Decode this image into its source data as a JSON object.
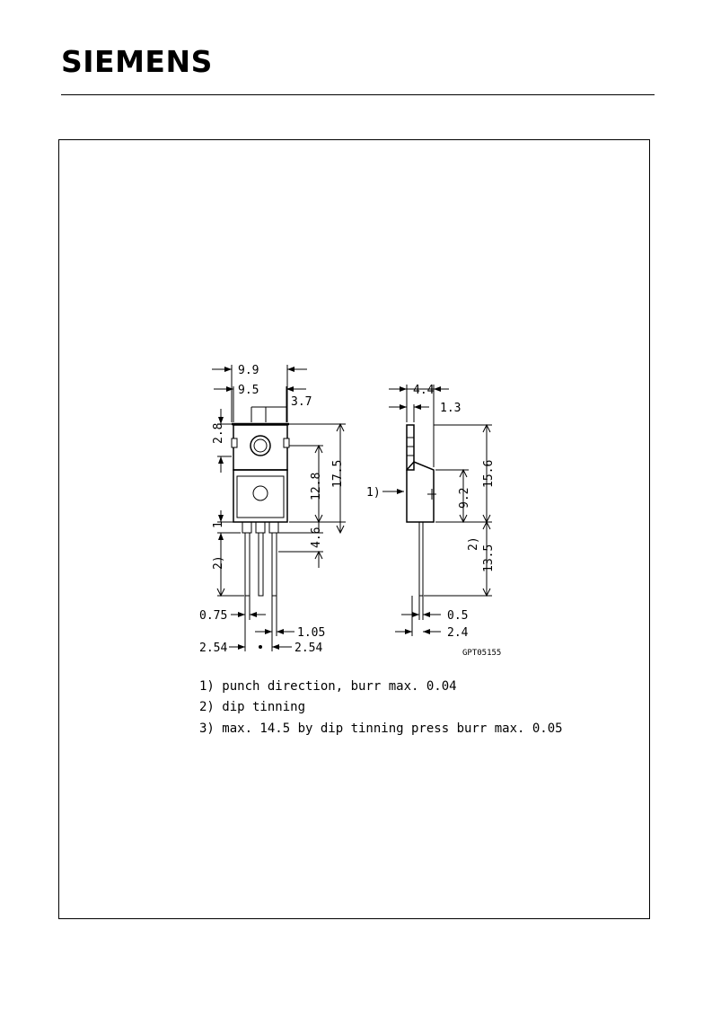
{
  "header": {
    "logo": "SIEMENS"
  },
  "drawing": {
    "front_view": {
      "dim_width_total": "9.9",
      "dim_width_body": "9.5",
      "dim_tab_offset": "3.7",
      "dim_tab_height": "2.8",
      "dim_hole_height": "12.8",
      "dim_body_height": "17.5",
      "dim_lead_offset": "1",
      "dim_lead_length_note": "2)",
      "dim_lead_gap": "4.6",
      "dim_lead_width": "0.75",
      "dim_lead_pitch_width": "1.05",
      "dim_pitch_left": "2.54",
      "dim_pitch_right": "2.54"
    },
    "side_view": {
      "dim_thickness": "4.4",
      "dim_tab_thickness": "1.3",
      "dim_total_height": "15.6",
      "dim_body_height": "9.2",
      "dim_lead_note": "2)",
      "dim_lead_length": "13.5",
      "dim_lead_thickness": "0.5",
      "dim_lead_offset": "2.4",
      "punch_marker": "1)"
    },
    "drawing_code": "GPT05155",
    "notes": [
      "1)  punch direction, burr max. 0.04",
      "2)  dip tinning",
      "3)  max. 14.5 by dip tinning press burr max. 0.05"
    ]
  }
}
